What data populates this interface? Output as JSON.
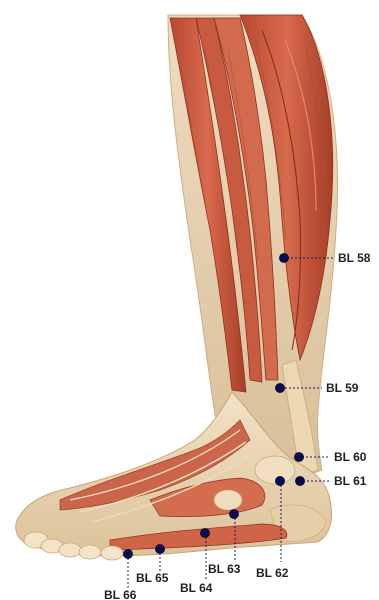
{
  "figure": {
    "subject": "lower-leg-and-foot-muscles-lateral-view",
    "points": [
      {
        "id": "bl58",
        "label": "BL 58",
        "icon": "acupoint-dot"
      },
      {
        "id": "bl59",
        "label": "BL 59",
        "icon": "acupoint-dot"
      },
      {
        "id": "bl60",
        "label": "BL 60",
        "icon": "acupoint-dot"
      },
      {
        "id": "bl61",
        "label": "BL 61",
        "icon": "acupoint-dot"
      },
      {
        "id": "bl62",
        "label": "BL 62",
        "icon": "acupoint-dot"
      },
      {
        "id": "bl63",
        "label": "BL 63",
        "icon": "acupoint-dot"
      },
      {
        "id": "bl64",
        "label": "BL 64",
        "icon": "acupoint-dot"
      },
      {
        "id": "bl65",
        "label": "BL 65",
        "icon": "acupoint-dot"
      },
      {
        "id": "bl66",
        "label": "BL 66",
        "icon": "acupoint-dot"
      }
    ],
    "colors": {
      "muscle": "#c8543a",
      "muscle_dark": "#9c3a26",
      "tendon": "#e9d3b0",
      "skin_edge": "#d9b98c",
      "dot": "#0b0b55",
      "leader": "#1a1a5a",
      "label": "#222222"
    }
  }
}
